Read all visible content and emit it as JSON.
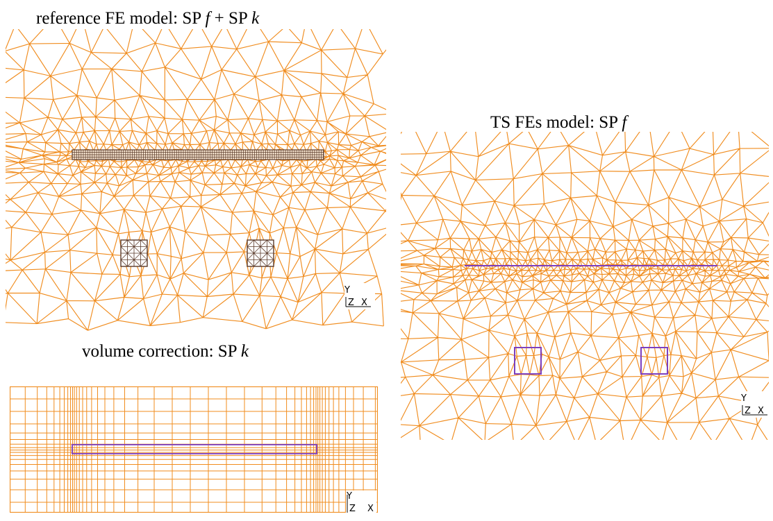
{
  "panels": [
    {
      "id": "p1",
      "title": {
        "prefix": "reference FE model:  SP ",
        "var1": "f",
        "mid": " + SP ",
        "var2": "k"
      },
      "axes": {
        "y": "Y",
        "z": "Z",
        "x": "X"
      }
    },
    {
      "id": "p2",
      "title": {
        "prefix": "volume correction:  SP ",
        "var1": "k"
      },
      "axes": {
        "y": "Y",
        "z": "Z",
        "x": "X"
      }
    },
    {
      "id": "p3",
      "title": {
        "prefix": "TS FEs model:  SP ",
        "var1": "f"
      },
      "axes": {
        "y": "Y",
        "z": "Z",
        "x": "X"
      }
    }
  ],
  "colors": {
    "mesh": "#f08c1e",
    "mesh_dark": "#5a3a2a",
    "boundary": "#7c3fbf"
  }
}
